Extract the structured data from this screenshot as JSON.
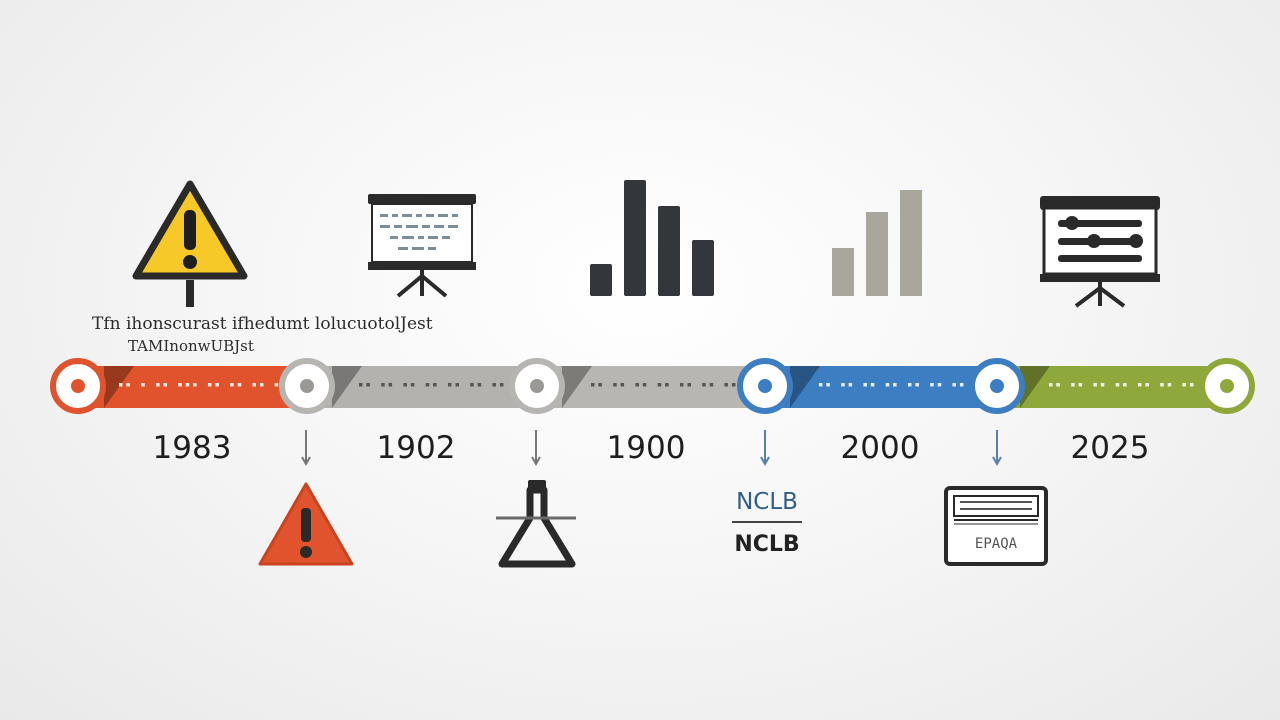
{
  "caption": {
    "line1": "Tfn ihonscurast ifhedumt lolucuotolJest",
    "line2": "TAMInonwUBJst"
  },
  "timeline": {
    "years": [
      "1983",
      "1902",
      "1900",
      "2000",
      "2025"
    ],
    "segment_colors": [
      "#e1532c",
      "#b4b2ae",
      "#b8b6b2",
      "#3c7ec1",
      "#8fa83b"
    ],
    "nclb": {
      "top": "NCLB",
      "bottom": "NCLB"
    },
    "board_text": "EPAQA"
  },
  "icons": {
    "top": [
      "warning-sign-icon",
      "presentation-board-icon",
      "bar-chart-icon",
      "bar-chart-rising-icon",
      "slides-board-icon"
    ],
    "bottom": [
      "warning-triangle-icon",
      "flask-icon",
      "nclb-label",
      "document-board-icon"
    ]
  }
}
